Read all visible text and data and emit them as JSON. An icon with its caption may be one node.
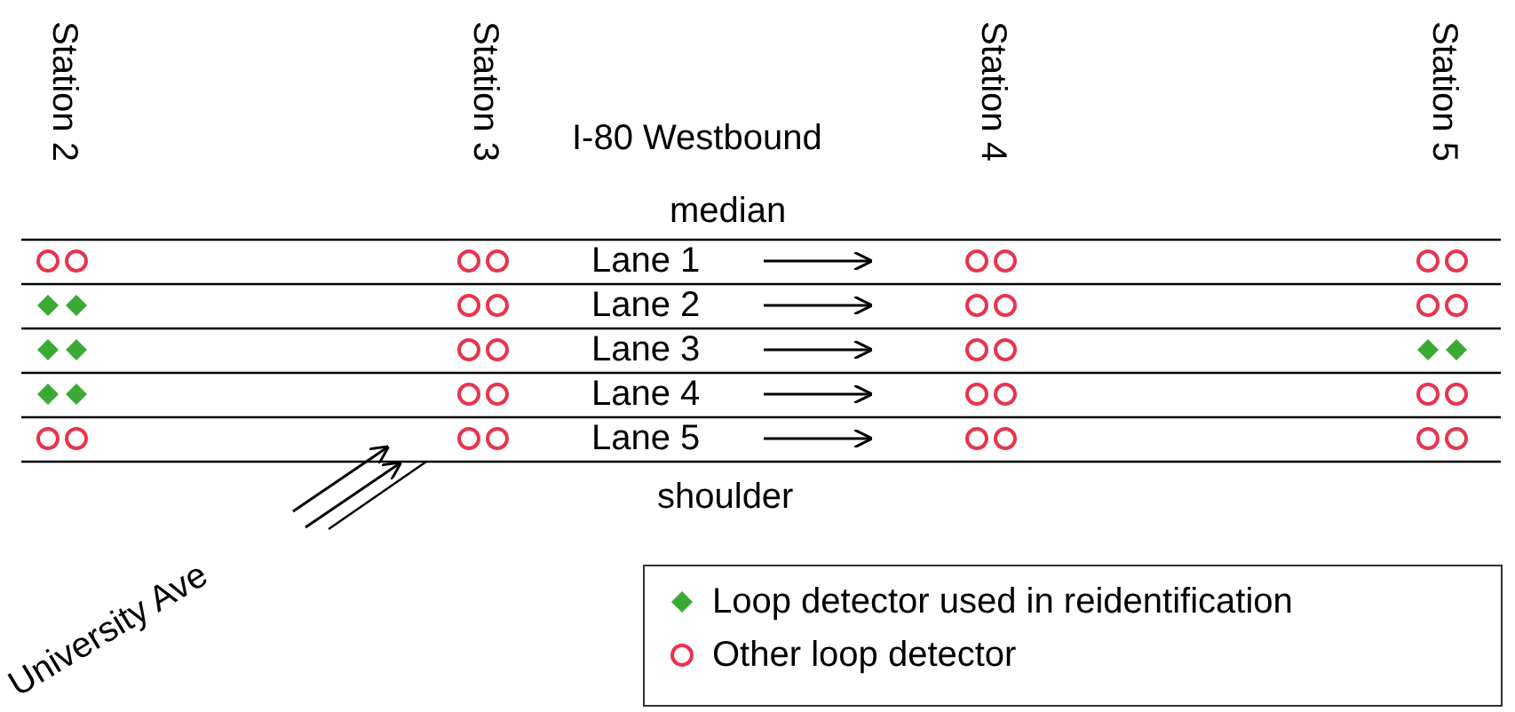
{
  "diagram": {
    "labels": [
      "Station 2",
      "Station 3",
      "Station 4",
      "Station 5",
      "I-80 Westbound",
      "median",
      "Lane 1",
      "Lane 2",
      "Lane 3",
      "Lane 4",
      "Lane 5",
      "shoulder",
      "University Ave"
    ],
    "legend": [
      {
        "text": "Loop detector used in reidentification"
      },
      {
        "text": "Other loop detector"
      }
    ]
  }
}
